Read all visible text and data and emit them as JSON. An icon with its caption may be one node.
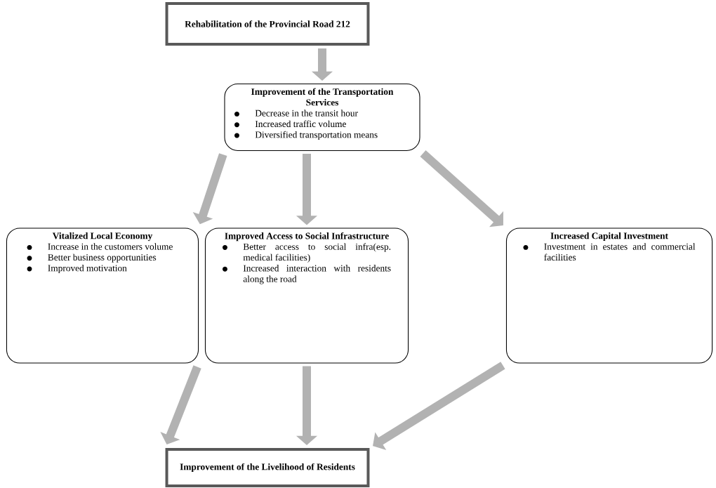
{
  "diagram": {
    "nodes": [
      {
        "text": [
          "Rehabilitation of the Provincial Road 212"
        ]
      },
      {
        "text": [
          "Improvement of the Transportation Services",
          "Decrease in the transit hour",
          "Increased traffic volume",
          "Diversified transportation means"
        ]
      },
      {
        "text": [
          "Vitalized Local Economy",
          "Increase in the customers volume",
          "Better business opportunities",
          "Improved motivation"
        ]
      },
      {
        "text": [
          "Improved Access to Social Infrastructure",
          "Better access to social infra(esp. medical facilities)",
          "Increased interaction with residents along the road"
        ]
      },
      {
        "text": [
          "Increased Capital Investment",
          "Investment in estates and commercial facilities"
        ]
      },
      {
        "text": [
          "Improvement of the Livelihood of Residents"
        ]
      }
    ],
    "edges": [
      {
        "from": 0,
        "to": 1,
        "arrow": "to"
      },
      {
        "from": 1,
        "to": 2,
        "arrow": "to"
      },
      {
        "from": 1,
        "to": 3,
        "arrow": "to"
      },
      {
        "from": 1,
        "to": 4,
        "arrow": "to"
      },
      {
        "from": 2,
        "to": 5,
        "arrow": "to"
      },
      {
        "from": 3,
        "to": 5,
        "arrow": "to"
      },
      {
        "from": 4,
        "to": 5,
        "arrow": "to"
      }
    ]
  }
}
